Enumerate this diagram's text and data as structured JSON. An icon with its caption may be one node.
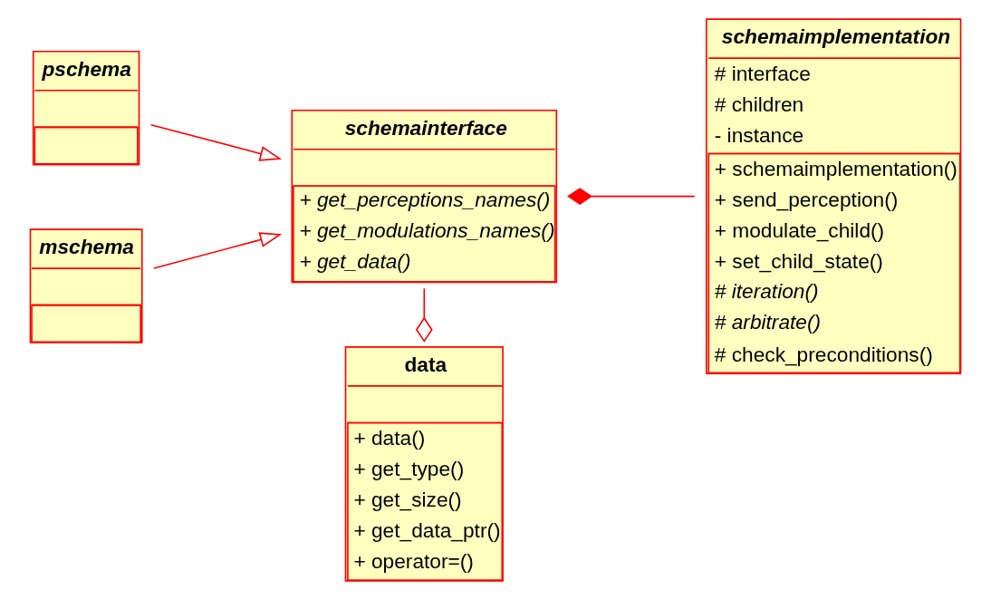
{
  "diagram": {
    "nodes": [
      {
        "text": [
          "schemaimplementation",
          "# interface",
          "# children",
          "- instance",
          "+ schemaimplementation()",
          "+ send_perception()",
          "+ modulate_child()",
          "+ set_child_state()",
          "# iteration()",
          "# arbitrate()",
          "# check_preconditions()"
        ]
      },
      {
        "text": [
          "pschema"
        ]
      },
      {
        "text": [
          "schemainterface",
          "+ get_perceptions_names()",
          "+ get_modulations_names()",
          "+ get_data()"
        ]
      },
      {
        "text": [
          "mschema"
        ]
      },
      {
        "text": [
          "data",
          "+ data()",
          "+ get_type()",
          "+ get_size()",
          "+ get_data_ptr()",
          "+ operator=()"
        ]
      }
    ],
    "edges": [
      {
        "from": 1,
        "to": 2,
        "arrow": "to"
      },
      {
        "from": 3,
        "to": 2,
        "arrow": "to"
      },
      {
        "from": 2,
        "to": 0,
        "arrow": "other"
      },
      {
        "from": 2,
        "to": 4,
        "arrow": "other"
      }
    ]
  }
}
